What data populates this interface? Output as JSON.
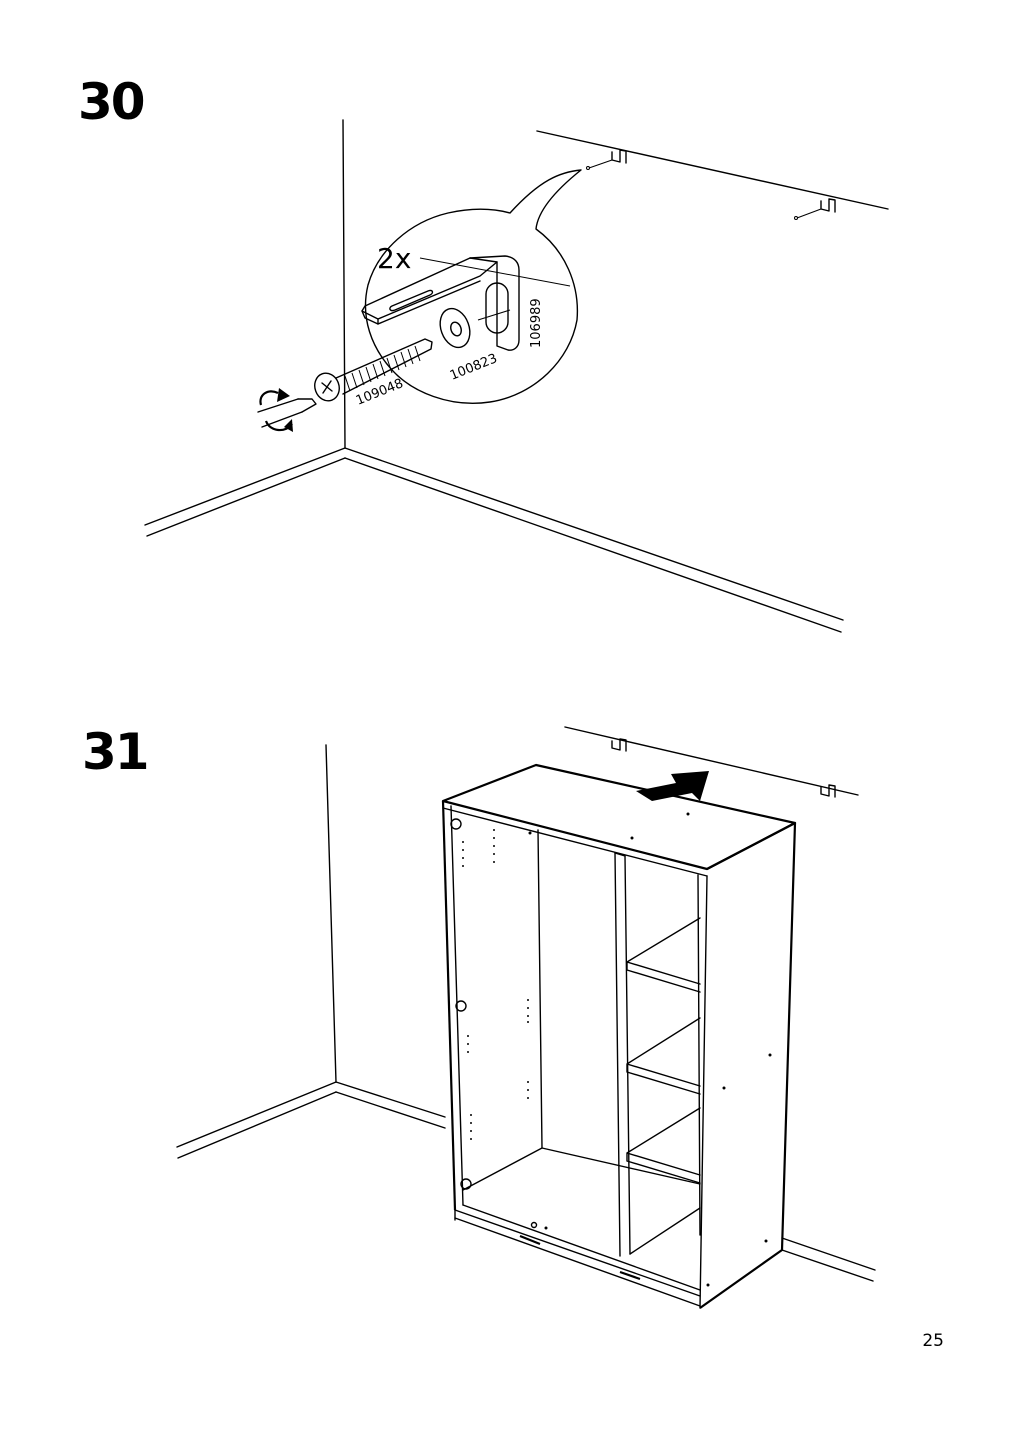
{
  "steps": [
    {
      "number": "30",
      "quantity": "2x",
      "parts": {
        "screw": "109048",
        "washer": "100823",
        "bracket": "106989"
      }
    },
    {
      "number": "31"
    }
  ],
  "page_number": "25"
}
